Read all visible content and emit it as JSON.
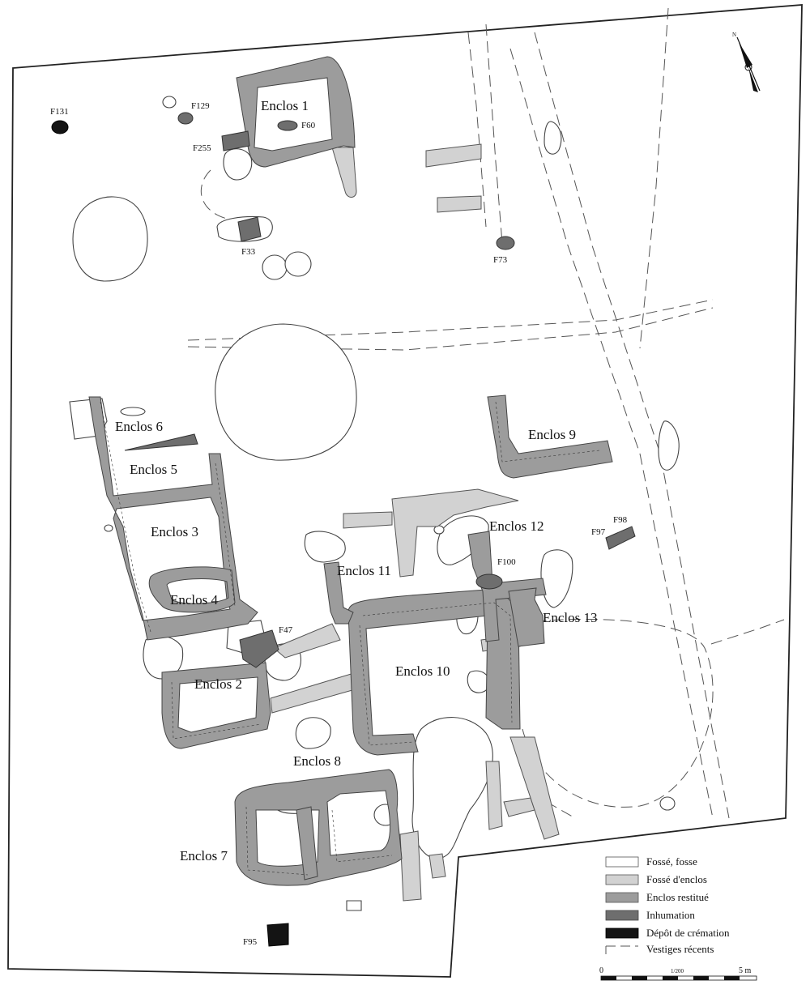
{
  "enclosures": [
    {
      "id": "e1",
      "label": "Enclos 1"
    },
    {
      "id": "e2",
      "label": "Enclos 2"
    },
    {
      "id": "e3",
      "label": "Enclos 3"
    },
    {
      "id": "e4",
      "label": "Enclos 4"
    },
    {
      "id": "e5",
      "label": "Enclos 5"
    },
    {
      "id": "e6",
      "label": "Enclos 6"
    },
    {
      "id": "e7",
      "label": "Enclos 7"
    },
    {
      "id": "e8",
      "label": "Enclos 8"
    },
    {
      "id": "e9",
      "label": "Enclos 9"
    },
    {
      "id": "e10",
      "label": "Enclos 10"
    },
    {
      "id": "e11",
      "label": "Enclos 11"
    },
    {
      "id": "e12",
      "label": "Enclos 12"
    },
    {
      "id": "e13",
      "label": "Enclos 13"
    }
  ],
  "features": [
    {
      "id": "f131",
      "label": "F131",
      "type": "cremation"
    },
    {
      "id": "f129",
      "label": "F129",
      "type": "inhumation"
    },
    {
      "id": "f60",
      "label": "F60",
      "type": "inhumation"
    },
    {
      "id": "f255",
      "label": "F255",
      "type": "inhumation"
    },
    {
      "id": "f33",
      "label": "F33",
      "type": "inhumation"
    },
    {
      "id": "f73",
      "label": "F73",
      "type": "inhumation"
    },
    {
      "id": "f47",
      "label": "F47",
      "type": "inhumation"
    },
    {
      "id": "f97",
      "label": "F97",
      "type": "inhumation"
    },
    {
      "id": "f98",
      "label": "F98",
      "type": "inhumation"
    },
    {
      "id": "f100",
      "label": "F100",
      "type": "inhumation"
    },
    {
      "id": "f95",
      "label": "F95",
      "type": "cremation"
    }
  ],
  "legend": {
    "items": [
      {
        "label": "Fossé, fosse",
        "swatch": "#ffffff"
      },
      {
        "label": "Fossé d'enclos",
        "swatch": "#d2d2d2"
      },
      {
        "label": "Enclos restitué",
        "swatch": "#9c9c9c"
      },
      {
        "label": "Inhumation",
        "swatch": "#6e6e6e"
      },
      {
        "label": "Dépôt de crémation",
        "swatch": "#141414"
      },
      {
        "label": "Vestiges récents",
        "swatch": "dashed"
      }
    ]
  },
  "scale": {
    "start": "0",
    "ratio": "1/200",
    "end": "5 m"
  },
  "north": {
    "label": "N"
  },
  "colors": {
    "fosse": "#ffffff",
    "fosse_enclos": "#d2d2d2",
    "enclos_restitue": "#9c9c9c",
    "inhumation": "#6e6e6e",
    "cremation": "#141414"
  }
}
